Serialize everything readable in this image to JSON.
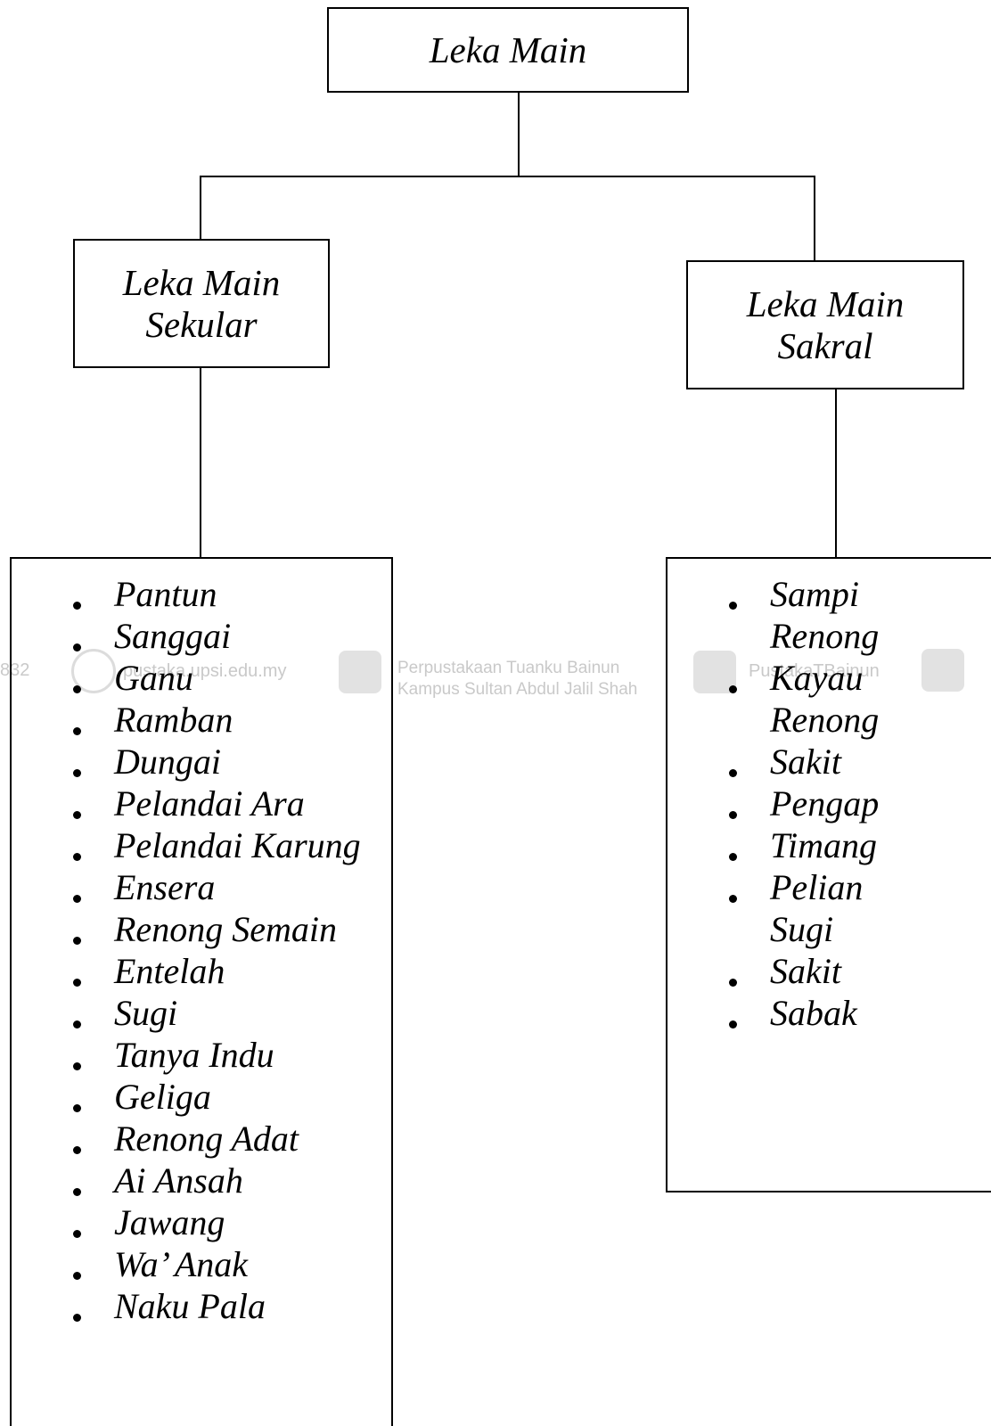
{
  "root": {
    "label": "Leka Main"
  },
  "branches": [
    {
      "title_lines": [
        "Leka Main",
        "Sekular"
      ],
      "items": [
        "Pantun",
        "Sanggai",
        "Ganu",
        "Ramban",
        "Dungai",
        "Pelandai Ara",
        "Pelandai Karung",
        "Ensera",
        "Renong Semain",
        "Entelah",
        "Sugi",
        "Tanya Indu",
        "Geliga",
        "Renong Adat",
        "Ai Ansah",
        "Jawang",
        "Wa’ Anak",
        "Naku Pala"
      ]
    },
    {
      "title_lines": [
        "Leka Main",
        "Sakral"
      ],
      "items": [
        "Sampi",
        "Renong Kayau",
        "Renong Sakit",
        "Pengap",
        "Timang",
        "Pelian",
        "Sugi Sakit",
        "Sabak"
      ]
    }
  ],
  "watermark": {
    "phone_fragment": "832",
    "site": "pustaka.upsi.edu.my",
    "library_line1": "Perpustakaan Tuanku Bainun",
    "library_line2": "Kampus Sultan Abdul Jalil Shah",
    "twitter": "PustakaTBainun"
  }
}
